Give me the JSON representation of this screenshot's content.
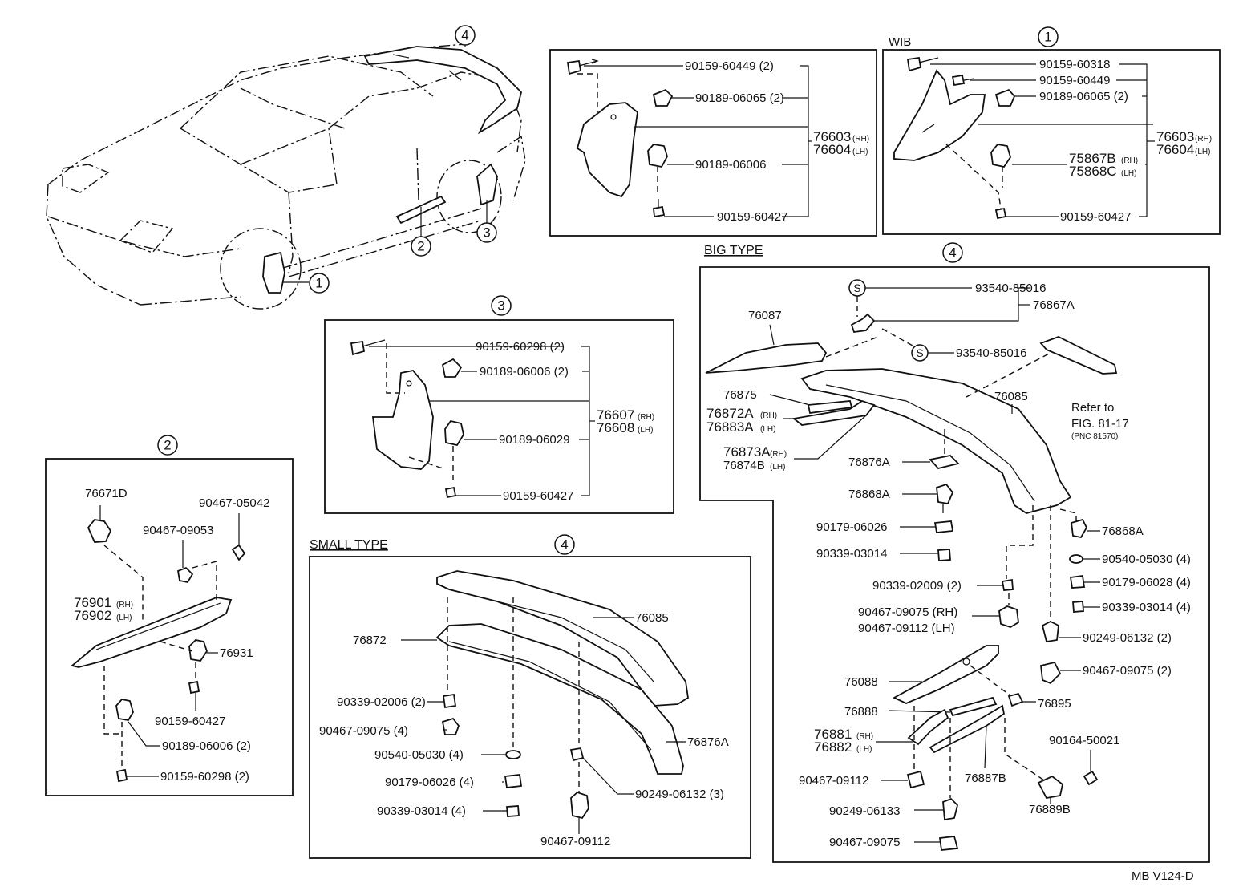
{
  "callouts": {
    "c1": "1",
    "c2": "2",
    "c3": "3",
    "c4": "4"
  },
  "headings": {
    "wib": "WIB",
    "big_type": "BIG TYPE",
    "small_type": "SMALL TYPE"
  },
  "footer": {
    "code": "MB V124-D"
  },
  "panel_top_mid": {
    "p1": "90159-60449 (2)",
    "p2": "90189-06065 (2)",
    "p3": "90189-06006",
    "p4": "90159-60427",
    "main_rh": "76603",
    "main_lh": "76604",
    "rh": "(RH)",
    "lh": "(LH)"
  },
  "panel_wib": {
    "p1": "90159-60318",
    "p2": "90159-60449",
    "p3": "90189-06065 (2)",
    "p4_rh": "75867B",
    "p4_lh": "75868C",
    "p5": "90159-60427",
    "main_rh": "76603",
    "main_lh": "76604",
    "rh": "(RH)",
    "lh": "(LH)"
  },
  "panel_3": {
    "p1": "90159-60298 (2)",
    "p2": "90189-06006 (2)",
    "p3": "90189-06029",
    "p4": "90159-60427",
    "main_rh": "76607",
    "main_lh": "76608",
    "rh": "(RH)",
    "lh": "(LH)"
  },
  "panel_2": {
    "p1": "76671D",
    "p2": "90467-05042",
    "p3": "90467-09053",
    "p4_rh": "76901",
    "p4_lh": "76902",
    "p5": "76931",
    "p6": "90159-60427",
    "p7": "90189-06006 (2)",
    "p8": "90159-60298 (2)",
    "rh": "(RH)",
    "lh": "(LH)"
  },
  "panel_small": {
    "p1": "76085",
    "p2": "76872",
    "p3": "90339-02006 (2)",
    "p4": "90467-09075 (4)",
    "p5": "90540-05030 (4)",
    "p6": "90179-06026 (4)",
    "p7": "90339-03014 (4)",
    "p8": "76876A",
    "p9": "90249-06132 (3)",
    "p10": "90467-09112"
  },
  "panel_big": {
    "s": "S",
    "p1": "93540-85016",
    "p2": "76867A",
    "p3": "93540-85016",
    "p4": "76087",
    "p5": "76085",
    "p6": "76875",
    "p7_rh": "76872A",
    "p7_lh": "76883A",
    "p8_rh": "76873A",
    "p8_lh": "76874B",
    "ref1": "Refer to",
    "ref2": "FIG. 81-17",
    "ref3": "(PNC 81570)",
    "p9": "76876A",
    "p10": "76868A",
    "p11": "90179-06026",
    "p12": "90339-03014",
    "p13": "90339-02009 (2)",
    "p14": "90467-09075 (RH)",
    "p15": "90467-09112 (LH)",
    "p16": "76868A",
    "p17": "90540-05030 (4)",
    "p18": "90179-06028 (4)",
    "p19": "90339-03014 (4)",
    "p20": "90249-06132 (2)",
    "p21": "90467-09075 (2)",
    "p22": "76088",
    "p23": "76895",
    "p24": "76888",
    "p25_rh": "76881",
    "p25_lh": "76882",
    "p26": "90164-50021",
    "p27": "90467-09112",
    "p28": "76887B",
    "p29": "90249-06133",
    "p30": "76889B",
    "p31": "90467-09075",
    "rh": "(RH)",
    "lh": "(LH)"
  }
}
